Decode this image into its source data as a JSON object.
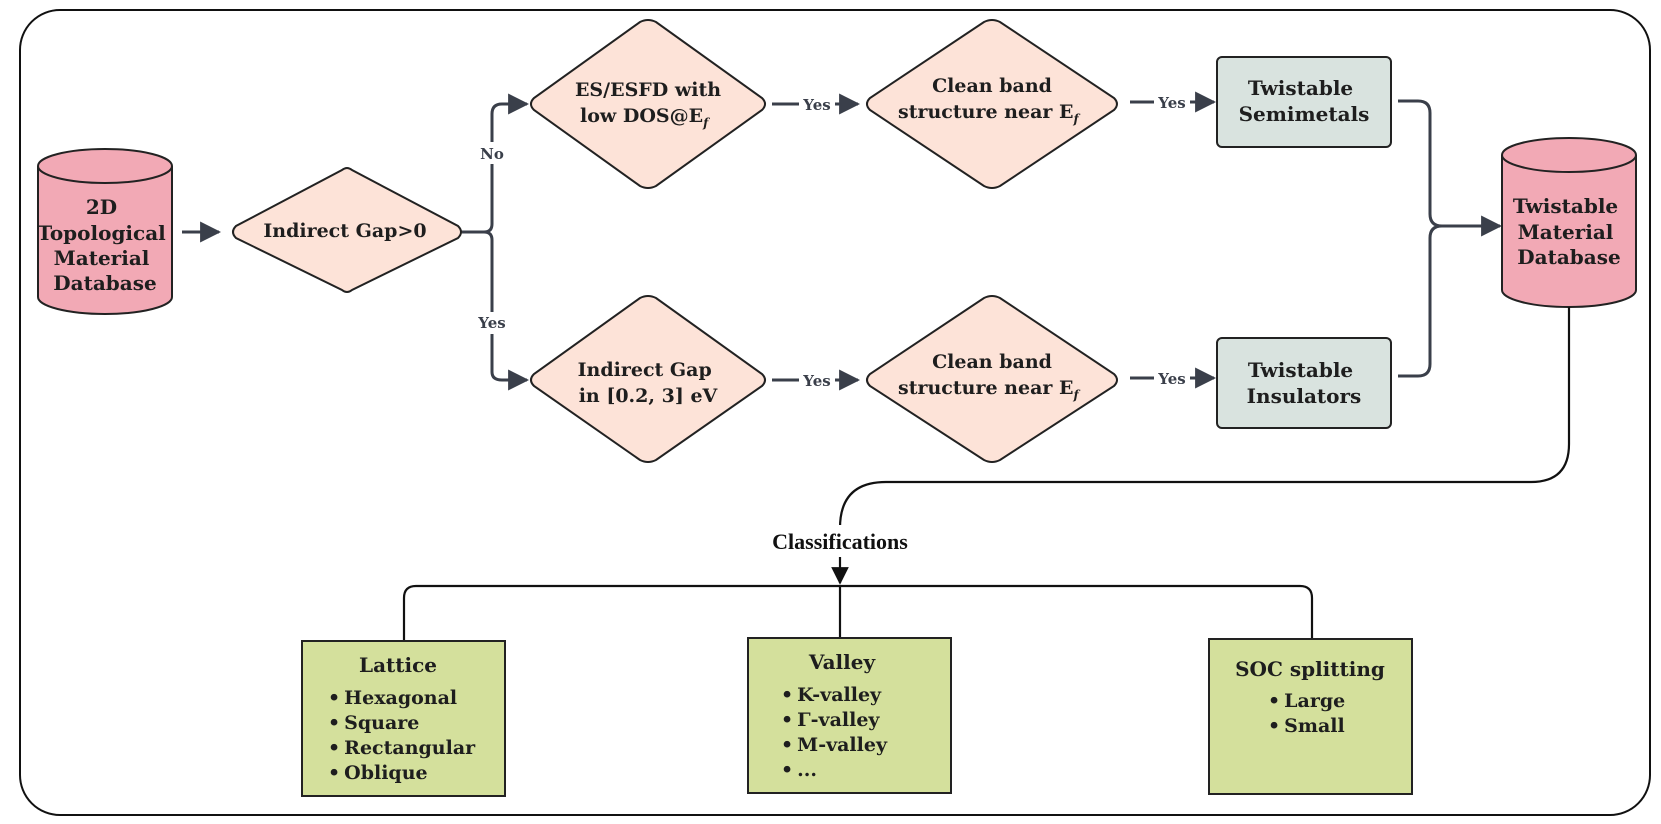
{
  "colors": {
    "cylinder": "#f2a9b5",
    "diamond": "#fde3d8",
    "gray_box": "#d9e3df",
    "green_box": "#d4e09c",
    "connector": "#3a3f4a"
  },
  "nodes": {
    "source_db": [
      "2D",
      "Topological",
      "Material",
      "Database"
    ],
    "gap_check": "Indirect Gap>0",
    "es_check": [
      "ES/ESFD with",
      "low DOS@E",
      "f"
    ],
    "clean_band_top": [
      "Clean band",
      "structure near E",
      "f"
    ],
    "gap_range": [
      "Indirect Gap",
      "in [0.2, 3] eV"
    ],
    "clean_band_bottom": [
      "Clean band",
      "structure near E",
      "f"
    ],
    "semimetals": [
      "Twistable",
      "Semimetals"
    ],
    "insulators": [
      "Twistable",
      "Insulators"
    ],
    "target_db": [
      "Twistable",
      "Material",
      "Database"
    ]
  },
  "edge_labels": {
    "no": "No",
    "yes_branch": "Yes",
    "yes_top_1": "Yes",
    "yes_top_2": "Yes",
    "yes_bottom_1": "Yes",
    "yes_bottom_2": "Yes"
  },
  "classifications": {
    "title": "Classifications",
    "lattice": {
      "title": "Lattice",
      "items": [
        "Hexagonal",
        "Square",
        "Rectangular",
        "Oblique"
      ]
    },
    "valley": {
      "title": "Valley",
      "items": [
        "K-valley",
        "Γ-valley",
        "M-valley",
        "..."
      ]
    },
    "soc": {
      "title": "SOC splitting",
      "items": [
        "Large",
        "Small"
      ]
    }
  },
  "bullet": "•"
}
